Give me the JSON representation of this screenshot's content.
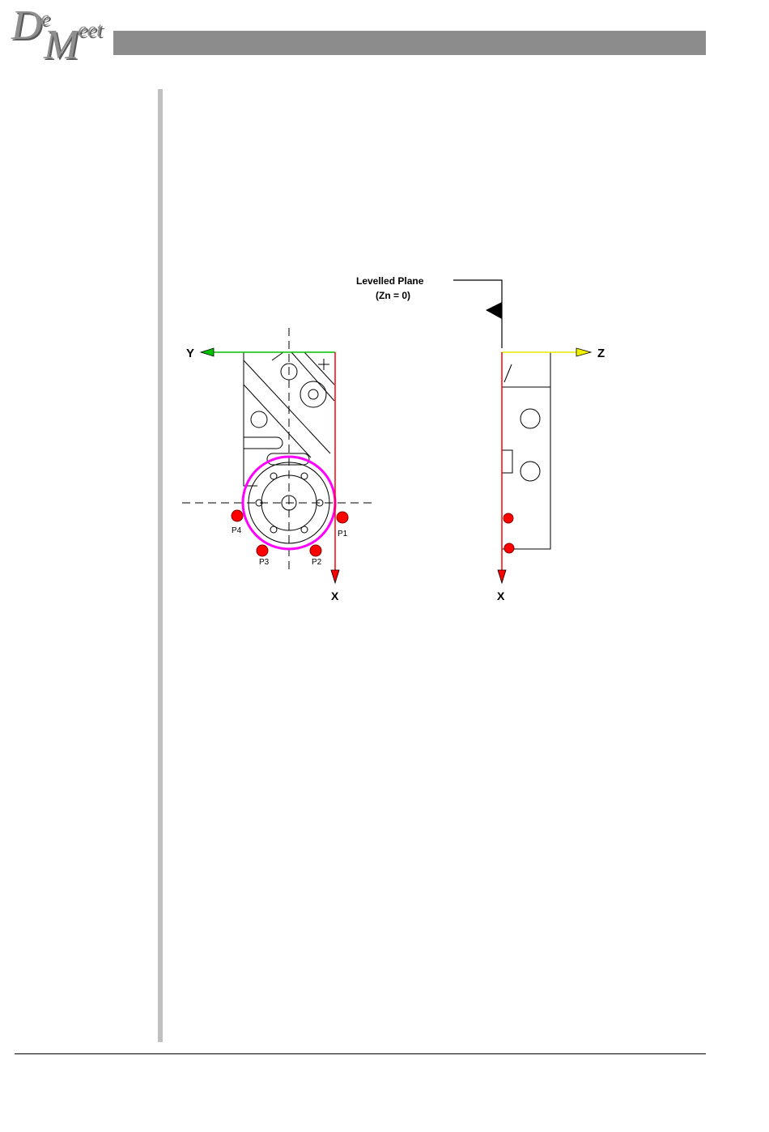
{
  "logo": {
    "d": "D",
    "e": "e",
    "m": "M",
    "eet": "eet"
  },
  "figure": {
    "levelled_plane_label": "Levelled Plane",
    "levelled_plane_eq": "(Zn = 0)",
    "axes": {
      "y": "Y",
      "z": "Z",
      "x_left": "X",
      "x_right": "X"
    },
    "points": [
      "P1",
      "P2",
      "P3",
      "P4"
    ]
  },
  "colors": {
    "header_bar": "#8c8c8c",
    "margin_rule": "#c0c0c0",
    "y_axis": "#00c000",
    "z_axis": "#f0f000",
    "x_axis": "#ff0000",
    "probe_point": "#ff0000",
    "feature_circle": "#ff00ff"
  }
}
